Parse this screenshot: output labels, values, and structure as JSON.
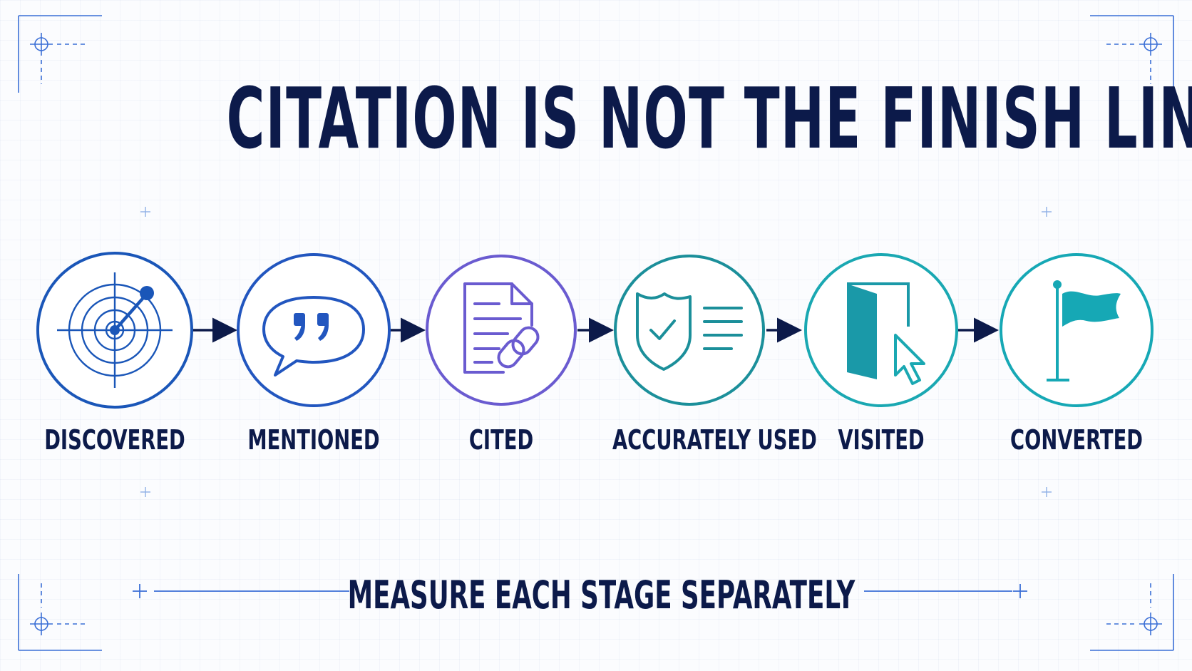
{
  "title": "CITATION IS NOT THE FINISH LINE",
  "stages": [
    {
      "label": "DISCOVERED",
      "icon": "radar-icon",
      "color": "#1a56b8"
    },
    {
      "label": "MENTIONED",
      "icon": "quote-bubble-icon",
      "color": "#2256bf"
    },
    {
      "label": "CITED",
      "icon": "document-link-icon",
      "color": "#6a5bd0"
    },
    {
      "label": "ACCURATELY USED",
      "icon": "shield-check-icon",
      "color": "#1b8f9a"
    },
    {
      "label": "VISITED",
      "icon": "door-cursor-icon",
      "color": "#1aa8b2"
    },
    {
      "label": "CONVERTED",
      "icon": "flag-icon",
      "color": "#16a8b5"
    }
  ],
  "footer": "MEASURE EACH STAGE SEPARATELY",
  "colors": {
    "text": "#0c1a4a",
    "accent_blue": "#1a56b8",
    "accent_purple": "#6a5bd0",
    "accent_teal": "#16a8b5",
    "frame": "#3b6fd6"
  }
}
